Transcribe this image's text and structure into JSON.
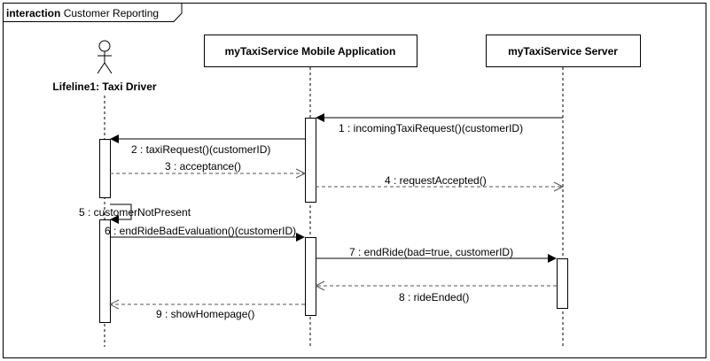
{
  "frame": {
    "keyword": "interaction",
    "name": "Customer Reporting"
  },
  "lifelines": [
    {
      "id": "driver",
      "label": "Lifeline1: Taxi Driver",
      "kind": "actor"
    },
    {
      "id": "app",
      "label": "myTaxiService Mobile Application",
      "kind": "box"
    },
    {
      "id": "server",
      "label": "myTaxiService Server",
      "kind": "box"
    }
  ],
  "messages": [
    {
      "label": "1 : incomingTaxiRequest()(customerID)",
      "from": "server",
      "to": "app",
      "style": "sync"
    },
    {
      "label": "2 : taxiRequest()(customerID)",
      "from": "app",
      "to": "driver",
      "style": "sync"
    },
    {
      "label": "3 : acceptance()",
      "from": "driver",
      "to": "app",
      "style": "reply"
    },
    {
      "label": "4 : requestAccepted()",
      "from": "app",
      "to": "server",
      "style": "reply"
    },
    {
      "label": "5 : customerNotPresent",
      "from": "driver",
      "to": "driver",
      "style": "self"
    },
    {
      "label": "6 : endRideBadEvaluation()(customerID)",
      "from": "driver",
      "to": "app",
      "style": "sync"
    },
    {
      "label": "7 : endRide(bad=true, customerID)",
      "from": "app",
      "to": "server",
      "style": "sync"
    },
    {
      "label": "8 : rideEnded()",
      "from": "server",
      "to": "app",
      "style": "reply"
    },
    {
      "label": "9 : showHomepage()",
      "from": "app",
      "to": "driver",
      "style": "reply"
    }
  ],
  "colors": {
    "line": "#000000",
    "dashed": "#555555",
    "background": "#ffffff"
  }
}
